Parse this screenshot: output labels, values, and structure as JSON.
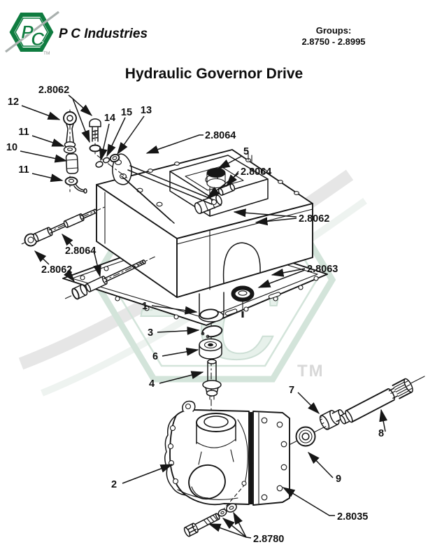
{
  "header": {
    "brand": "P C Industries",
    "groups_label": "Groups:",
    "groups_range": "2.8750 - 2.8995",
    "logo": {
      "letter_p": "P",
      "letter_c": "C",
      "tm": "TM"
    }
  },
  "title": "Hydraulic Governor Drive",
  "watermark": {
    "letter_p": "P",
    "letter_c": "C",
    "tm": "TM"
  },
  "colors": {
    "line": "#161616",
    "logo_green": "#0f7c40",
    "watermark_green": "#d3e4da",
    "swoosh_gray": "#e6e6e6",
    "tm_gray": "#d8d8d8"
  },
  "callouts": [
    {
      "id": "group-2-8062-top",
      "label": "2.8062"
    },
    {
      "id": "item-12",
      "label": "12"
    },
    {
      "id": "item-11-upper",
      "label": "11"
    },
    {
      "id": "item-10",
      "label": "10"
    },
    {
      "id": "item-11-lower",
      "label": "11"
    },
    {
      "id": "item-14",
      "label": "14"
    },
    {
      "id": "item-15",
      "label": "15"
    },
    {
      "id": "item-13",
      "label": "13"
    },
    {
      "id": "group-2-8064-top",
      "label": "2.8064"
    },
    {
      "id": "item-5",
      "label": "5"
    },
    {
      "id": "group-2-8064-mid",
      "label": "2.8064"
    },
    {
      "id": "group-2-8062-right",
      "label": "2.8062"
    },
    {
      "id": "group-2-8063",
      "label": "2.8063"
    },
    {
      "id": "group-2-8064-left",
      "label": "2.8064"
    },
    {
      "id": "group-2-8062-left",
      "label": "2.8062"
    },
    {
      "id": "item-1",
      "label": "1"
    },
    {
      "id": "item-3",
      "label": "3"
    },
    {
      "id": "item-6",
      "label": "6"
    },
    {
      "id": "item-4",
      "label": "4"
    },
    {
      "id": "item-7",
      "label": "7"
    },
    {
      "id": "item-8",
      "label": "8"
    },
    {
      "id": "item-9",
      "label": "9"
    },
    {
      "id": "item-2",
      "label": "2"
    },
    {
      "id": "group-2-8035",
      "label": "2.8035"
    },
    {
      "id": "group-2-8780",
      "label": "2.8780"
    }
  ]
}
